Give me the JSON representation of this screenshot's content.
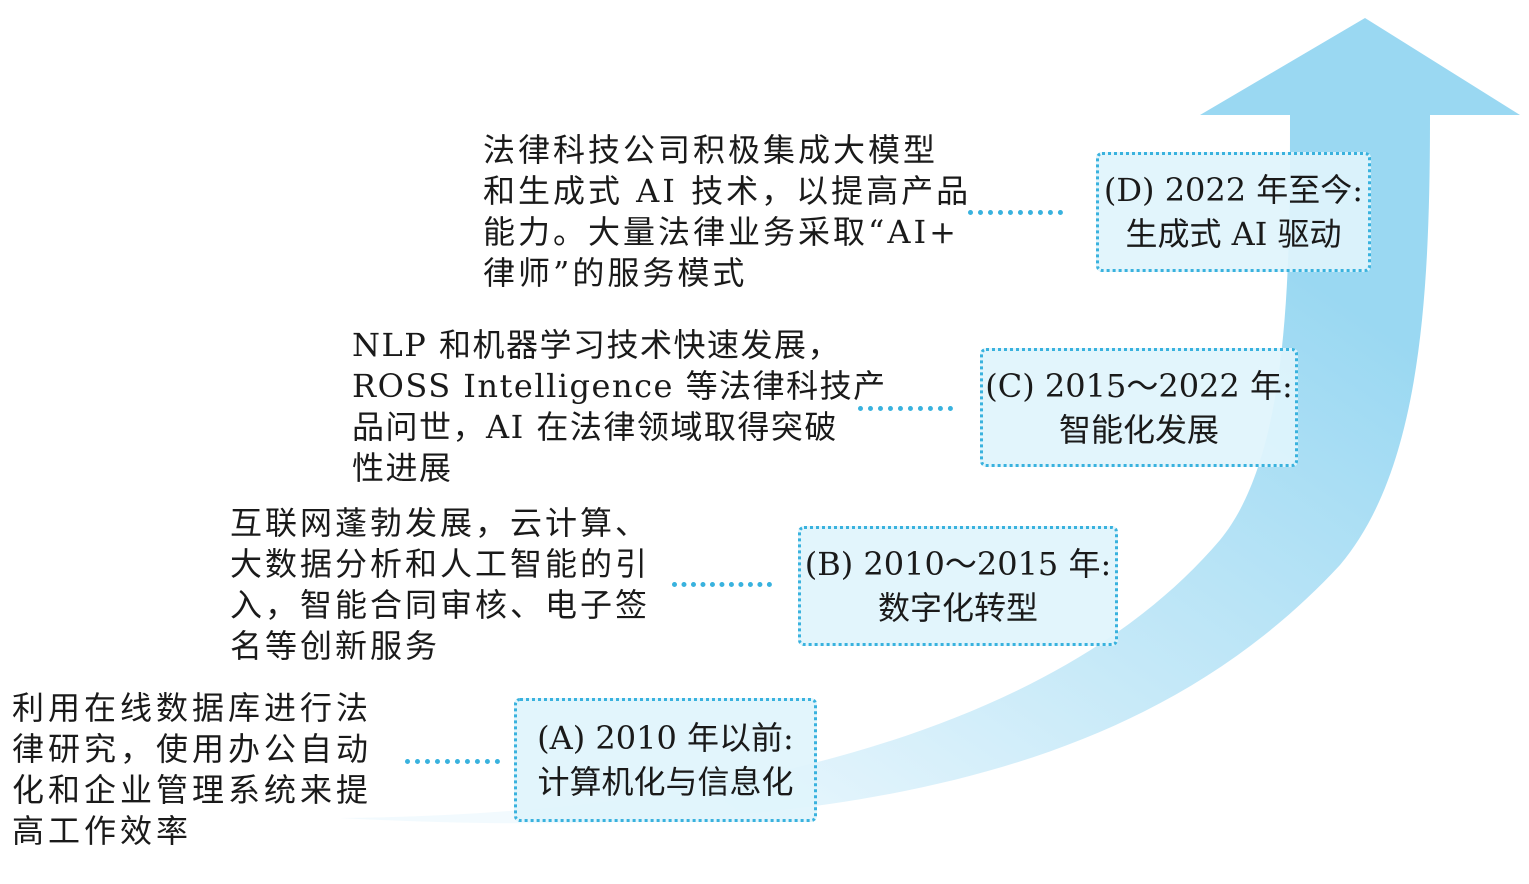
{
  "stages": [
    {
      "id": "A",
      "period": "(A) 2010 年以前:",
      "title": "计算机化与信息化",
      "description": [
        "利用在线数据库进行法",
        "律研究，使用办公自动",
        "化和企业管理系统来提",
        "高工作效率"
      ]
    },
    {
      "id": "B",
      "period": "(B) 2010～2015 年:",
      "title": "数字化转型",
      "description": [
        "互联网蓬勃发展，云计算、",
        "大数据分析和人工智能的引",
        "入，智能合同审核、电子签",
        "名等创新服务"
      ]
    },
    {
      "id": "C",
      "period": "(C) 2015～2022 年:",
      "title": "智能化发展",
      "description": [
        "NLP 和机器学习技术快速发展，",
        "ROSS Intelligence 等法律科技产",
        "品问世，AI 在法律领域取得突破",
        "性进展"
      ]
    },
    {
      "id": "D",
      "period": "(D) 2022 年至今:",
      "title": "生成式 AI 驱动",
      "description": [
        "法律科技公司积极集成大模型",
        "和生成式 AI 技术，以提高产品",
        "能力。大量法律业务采取“AI+",
        "律师”的服务模式"
      ]
    }
  ],
  "colors": {
    "arrow_light": "#f2fafe",
    "arrow_dark": "#9ad8f2",
    "dotted_border": "#39b2de",
    "box_fill": "#e0f4fc",
    "text": "#1a1a1a"
  }
}
